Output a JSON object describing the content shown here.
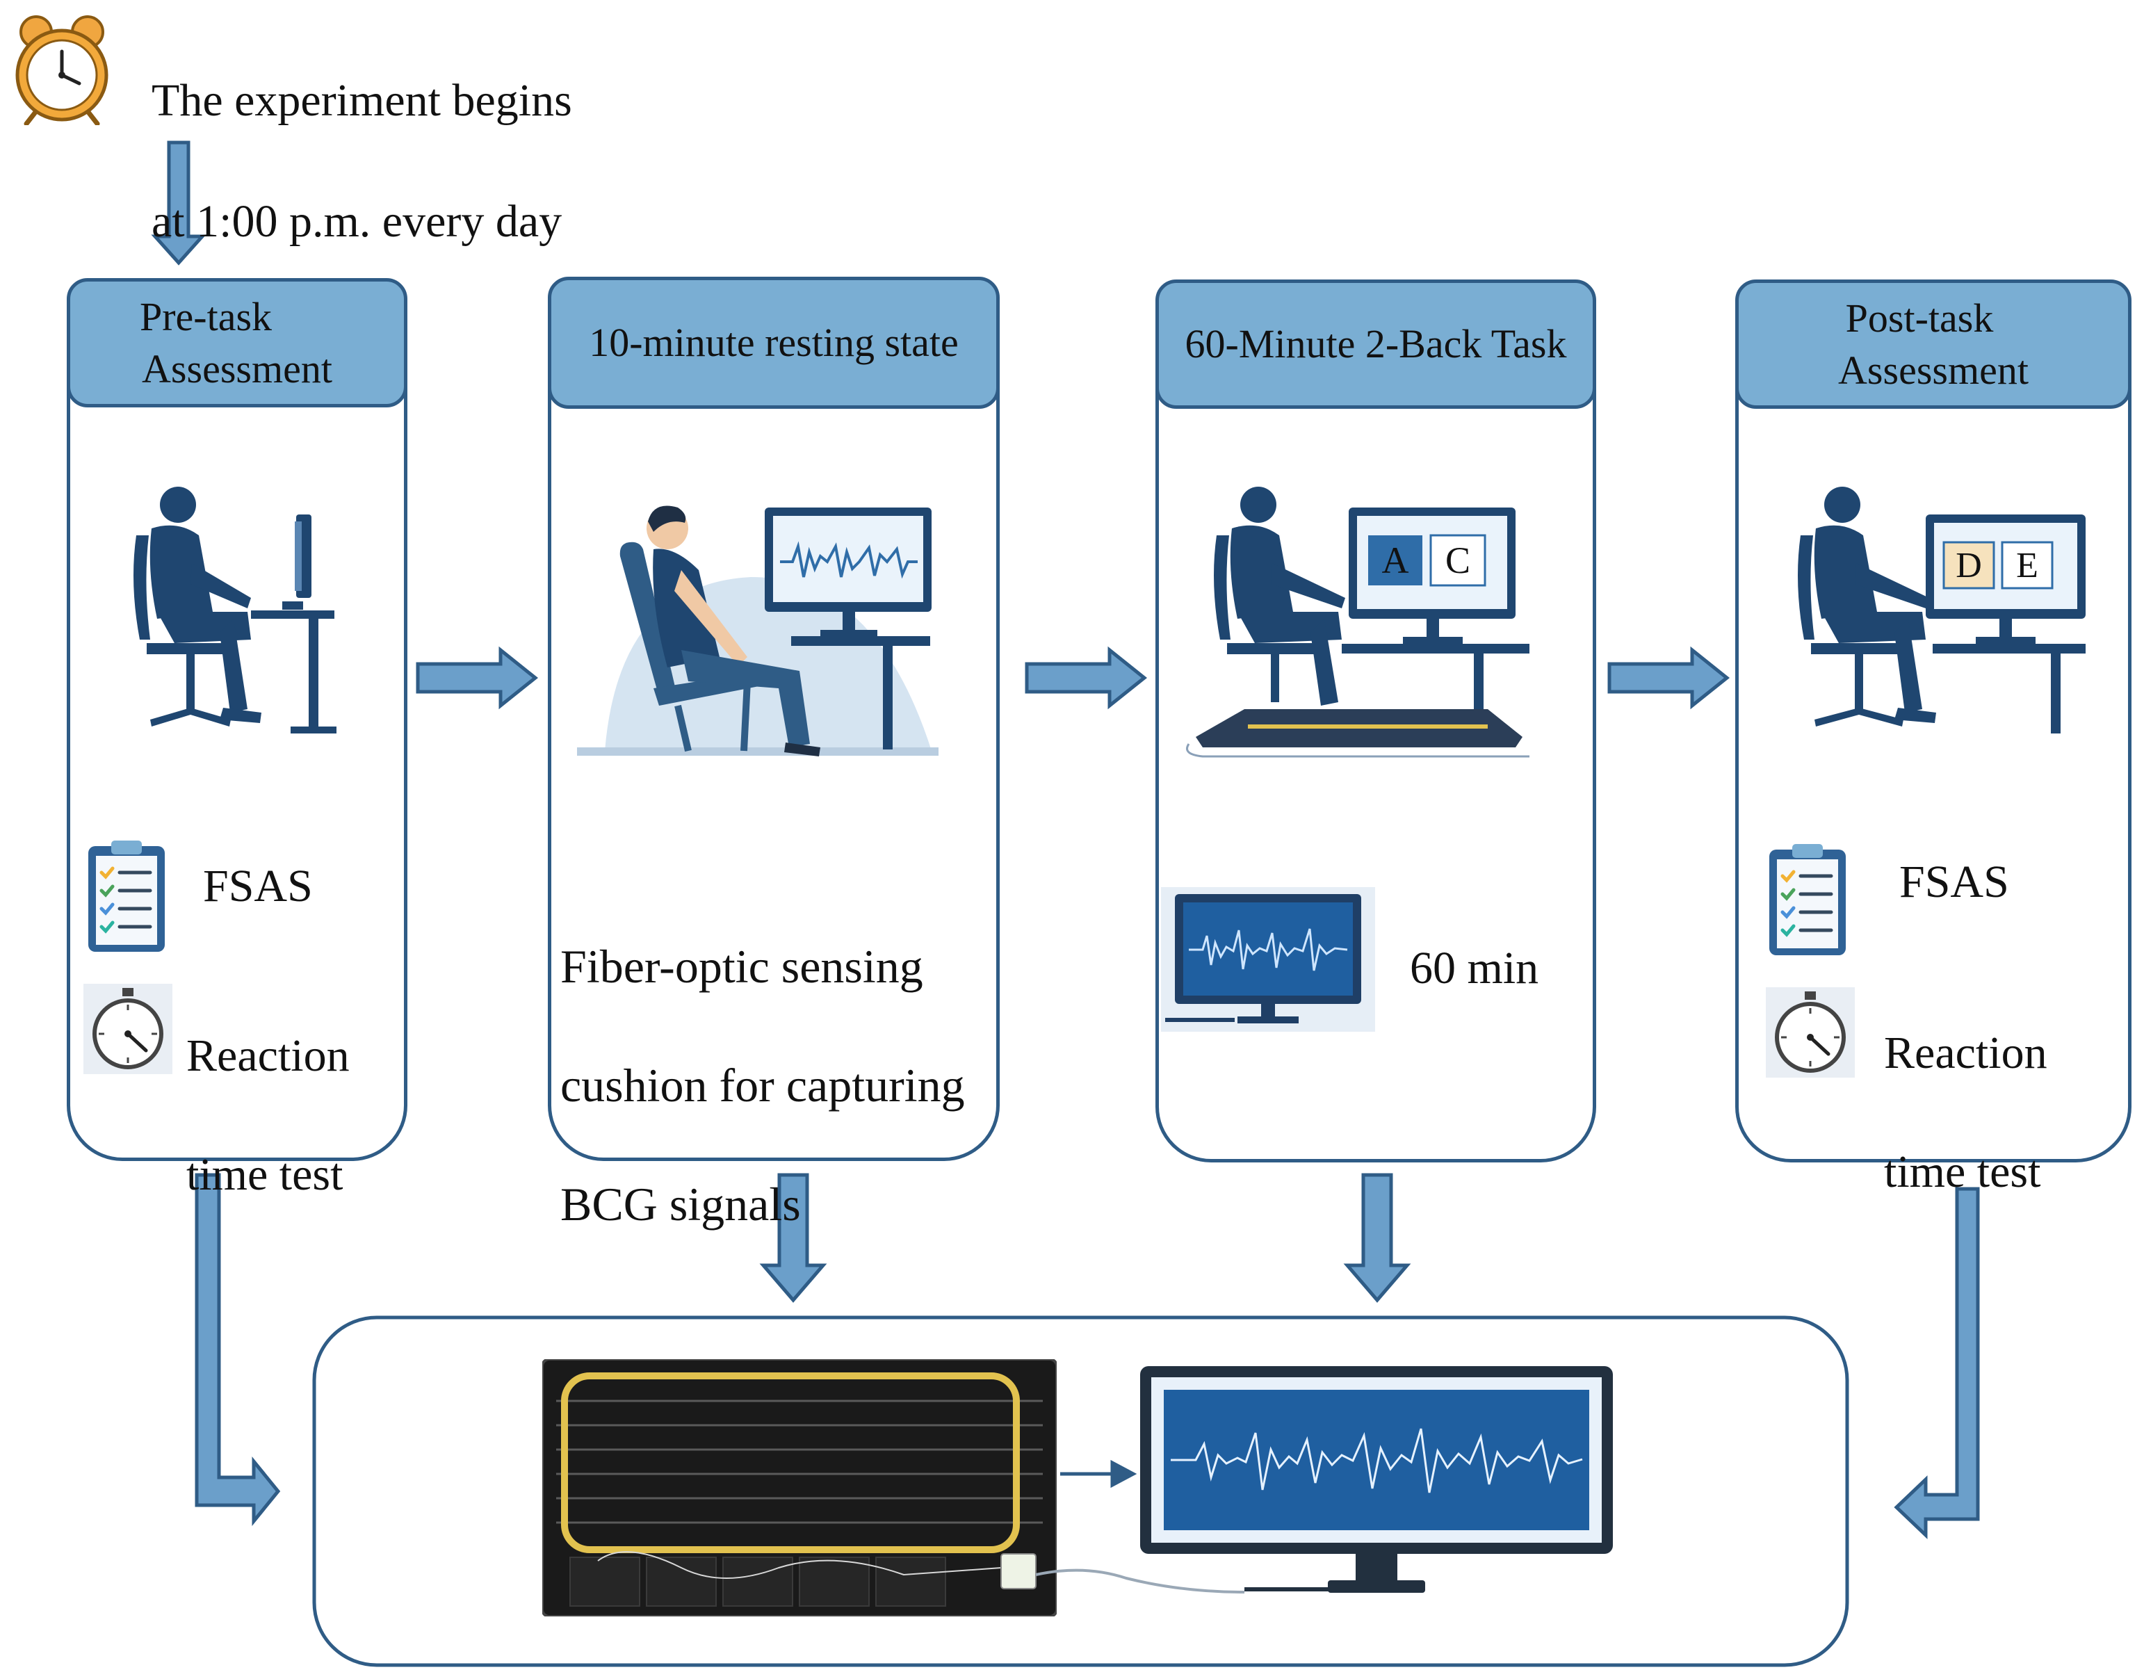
{
  "start": {
    "text_line1": "The experiment begins",
    "text_line2": "at 1:00 p.m. every day",
    "icon": "alarm-clock-icon"
  },
  "stages": [
    {
      "title_line1": "Pre-task",
      "title_line2": "Assessment",
      "illustration": "person-at-computer-icon",
      "item1": "FSAS",
      "item2_line1": "Reaction",
      "item2_line2": "time test"
    },
    {
      "title": "10-minute resting state",
      "illustration": "person-resting-in-chair-icon",
      "caption_line1": "Fiber-optic sensing",
      "caption_line2": "cushion for capturing",
      "caption_line3": "BCG signals"
    },
    {
      "title": "60-Minute 2-Back Task",
      "illustration": "person-at-computer-icon",
      "screen_letters": [
        "A",
        "C"
      ],
      "duration": "60 min"
    },
    {
      "title_line1": "Post-task",
      "title_line2": "Assessment",
      "illustration": "person-at-computer-icon",
      "screen_letters": [
        "D",
        "E"
      ],
      "item1": "FSAS",
      "item2_line1": "Reaction",
      "item2_line2": "time test"
    }
  ],
  "colors": {
    "header_fill": "#7aaed3",
    "border": "#2f5c86",
    "arrow_fill": "#6b9fca",
    "figure": "#1f4670",
    "screen_wave_bg": "#1f5fa0",
    "cushion_outline": "#e2c24f"
  }
}
